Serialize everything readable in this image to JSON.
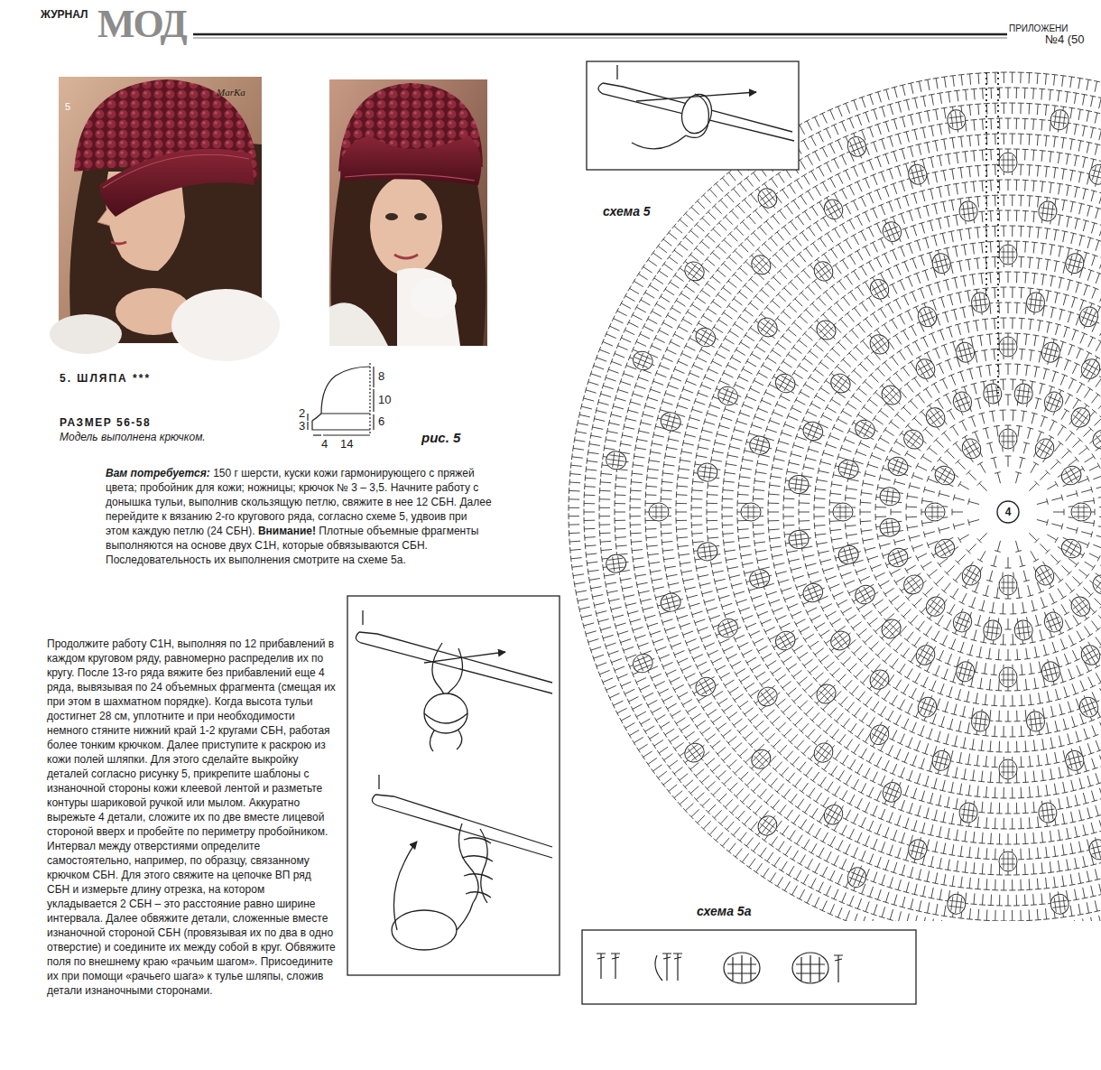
{
  "diagram": {
    "title": "5. ШЛЯПА ***",
    "nodes": [
      {
        "text": [
          "4"
        ]
      }
    ],
    "labels": [
      "ЖУРНАЛ",
      "МОД",
      "ПРИЛОЖЕНИ",
      "№4 (50",
      "5",
      "MarKa",
      "РАЗМЕР 56-58",
      "Модель выполнена крючком.",
      "8",
      "10",
      "6",
      "2",
      "3",
      "4",
      "14",
      "рис. 5",
      "Вам потребуется:",
      "150 г шерсти, куски кожи гармонирующего с пряжей цвета; пробойник для кожи; ножницы; крючок № 3 – 3,5. Начните работу с донышка тульи, выполнив скользящую петлю, свяжите в нее 12 СБН. Далее перейдите к вязанию 2-го кругового ряда, согласно схеме 5, удвоив при этом каждую петлю (24 СБН).",
      "Внимание!",
      "Плотные объемные фрагменты выполняются на основе двух С1Н, которые обвязываются СБН. Последовательность их выполнения смотрите на схеме 5а.",
      "Продолжите работу С1Н, выполняя по 12 прибавлений в каждом круговом ряду, равномерно распределив их по кругу. После 13-го ряда вяжите без прибавлений еще 4 ряда, вывязывая по 24 объемных фрагмента (смещая их при этом в шахматном порядке). Когда высота тульи достигнет 28 см, уплотните и при необходимости немного стяните нижний край 1-2 кругами СБН, работая более тонким крючком. Далее приступите к раскрою из кожи полей шляпки. Для этого сделайте выкройку деталей согласно рисунку 5, прикрепите шаблоны с изнаночной стороны кожи клеевой лентой и разметьте контуры шариковой ручкой или мылом. Аккуратно вырежьте 4 детали, сложите их по две вместе лицевой стороной вверх и пробейте по периметру пробойником. Интервал между отверстиями определите самостоятельно, например, по образцу, связанному крючком СБН. Для этого свяжите на цепочке ВП ряд СБН и измерьте длину отрезка, на котором укладывается 2 СБН – это расстояние равно ширине интервала. Далее обвяжите детали, сложенные вместе изнаночной стороной СБН (провязывая их по два в одно отверстие) и соедините их между собой в круг. Обвяжите поля по внешнему краю «рачьим шагом». Присоедините их при помощи «рачьего шага» к тулье шляпы, сложив детали изнаночными сторонами.",
      "схема 5",
      "схема 5а"
    ]
  }
}
